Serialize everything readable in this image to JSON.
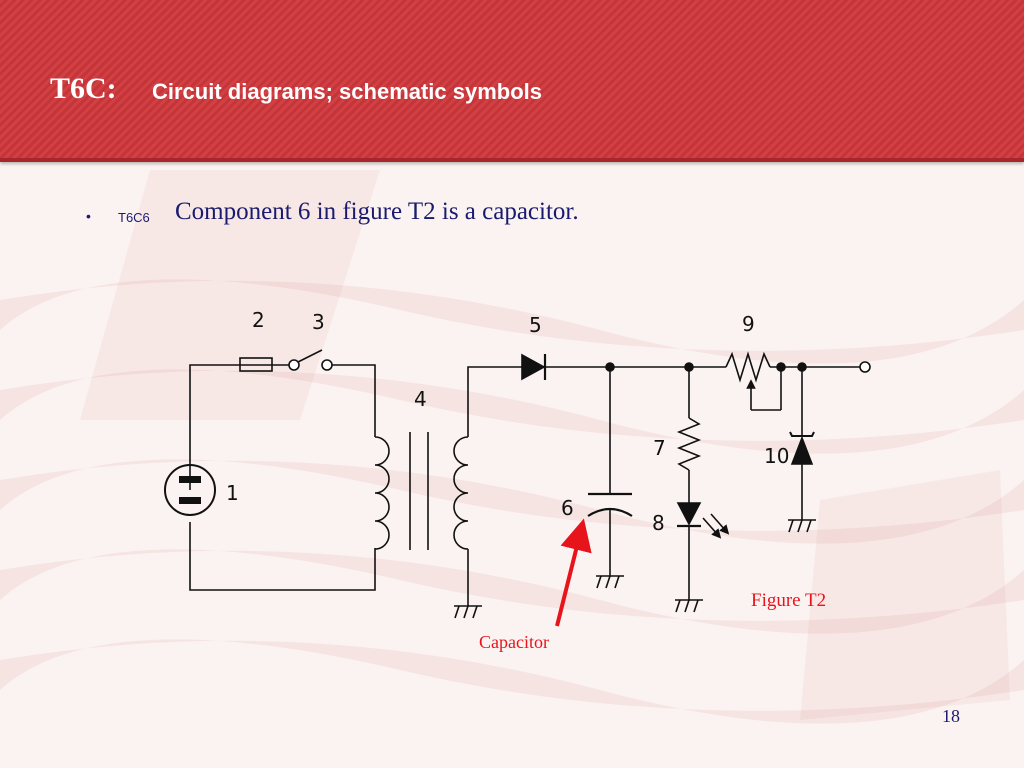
{
  "slide": {
    "title_code": "T6C:",
    "title_text": "Circuit diagrams; schematic symbols",
    "bullet": {
      "marker": "•",
      "code": "T6C6",
      "text": "Component 6 in figure T2 is a capacitor."
    },
    "page_number": "18"
  },
  "figure": {
    "caption": "Figure T2",
    "callout": "Capacitor",
    "component_labels": {
      "c1": "1",
      "c2": "2",
      "c3": "3",
      "c4": "4",
      "c5": "5",
      "c6": "6",
      "c7": "7",
      "c8": "8",
      "c9": "9",
      "c10": "10"
    }
  },
  "colors": {
    "header_red": "#d24044",
    "title_white": "#ffffff",
    "text_navy": "#1a1a6e",
    "callout_red": "#e8141c",
    "line_black": "#111111"
  }
}
